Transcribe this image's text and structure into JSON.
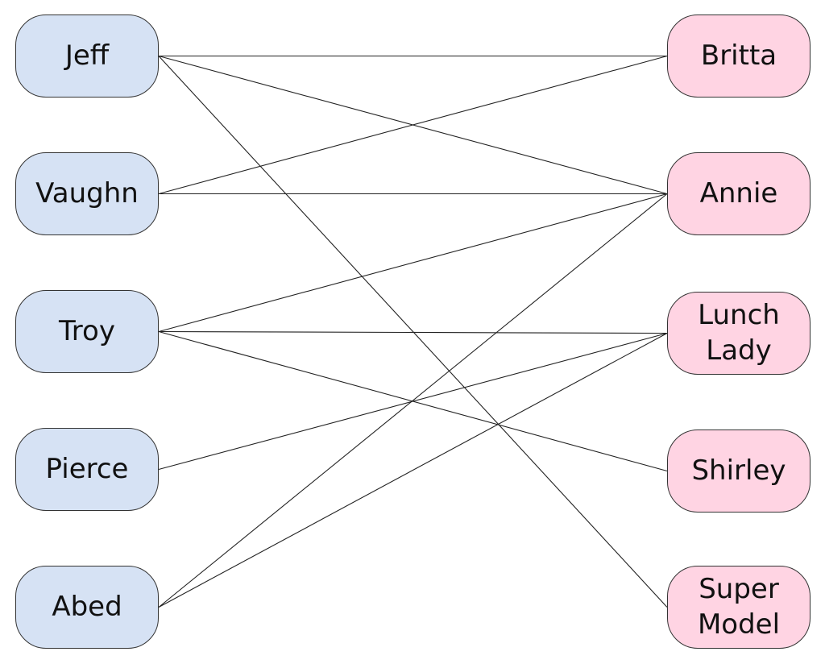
{
  "colors": {
    "left_fill": "#d6e2f4",
    "right_fill": "#ffd4e3",
    "edge": "#222222"
  },
  "left_nodes": [
    {
      "id": "jeff",
      "label": "Jeff"
    },
    {
      "id": "vaughn",
      "label": "Vaughn"
    },
    {
      "id": "troy",
      "label": "Troy"
    },
    {
      "id": "pierce",
      "label": "Pierce"
    },
    {
      "id": "abed",
      "label": "Abed"
    }
  ],
  "right_nodes": [
    {
      "id": "britta",
      "label": "Britta"
    },
    {
      "id": "annie",
      "label": "Annie"
    },
    {
      "id": "lunch-lady",
      "label": "Lunch\nLady"
    },
    {
      "id": "shirley",
      "label": "Shirley"
    },
    {
      "id": "super-model",
      "label": "Super\nModel"
    }
  ],
  "edges": [
    {
      "from": "jeff",
      "to": "britta"
    },
    {
      "from": "jeff",
      "to": "annie"
    },
    {
      "from": "jeff",
      "to": "super-model"
    },
    {
      "from": "vaughn",
      "to": "britta"
    },
    {
      "from": "vaughn",
      "to": "annie"
    },
    {
      "from": "troy",
      "to": "annie"
    },
    {
      "from": "troy",
      "to": "lunch-lady"
    },
    {
      "from": "troy",
      "to": "shirley"
    },
    {
      "from": "pierce",
      "to": "lunch-lady"
    },
    {
      "from": "abed",
      "to": "annie"
    },
    {
      "from": "abed",
      "to": "lunch-lady"
    }
  ]
}
